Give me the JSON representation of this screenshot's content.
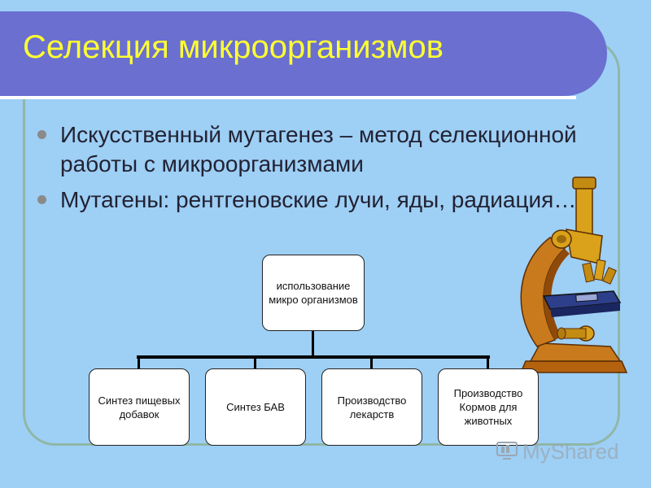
{
  "slide": {
    "title": "Селекция микроорганизмов",
    "bullets": [
      "Искусственный мутагенез – метод селекционной работы с микроорганизмами",
      "Мутагены: рентгеновские лучи, яды, радиация…"
    ]
  },
  "diagram": {
    "root": "использование микро организмов",
    "children": [
      "Синтез пищевых добавок",
      "Синтез БАВ",
      "Производство лекарств",
      "Производство Кормов для животных"
    ]
  },
  "illustration": {
    "icon": "microscope-icon"
  },
  "watermark": {
    "text": "MyShared"
  },
  "colors": {
    "background": "#9ecff5",
    "title_band": "#6a6fd0",
    "title_text": "#ffff33",
    "frame_border": "#8fb7a6"
  }
}
